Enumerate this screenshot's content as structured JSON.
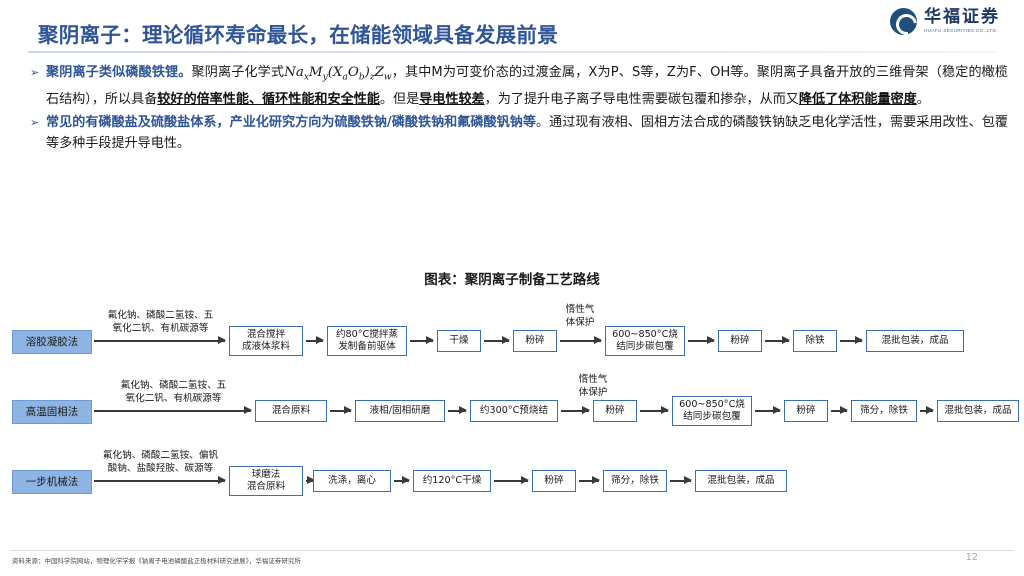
{
  "header": {
    "title": "聚阴离子：理论循环寿命最长，在储能领域具备发展前景",
    "logo_cn": "华福证券",
    "logo_en": "HUAFU SECURITIES CO.,LTD.",
    "title_color": "#2f5597"
  },
  "bullets": [
    {
      "marker": "➢",
      "segments": [
        {
          "text": "聚阴离子类似磷酸铁锂。",
          "style": "em"
        },
        {
          "text": "聚阴离子化学式",
          "style": "plain"
        },
        {
          "text": "NaxMy(XaOb)zZw",
          "style": "formula"
        },
        {
          "text": "，其中M为可变价态的过渡金属，X为P、S等，Z为F、OH等。聚阴离子具备开放的三维骨架（稳定的橄榄石结构），所以具备",
          "style": "plain"
        },
        {
          "text": "较好的倍率性能、循环性能和安全性能",
          "style": "ul-bold"
        },
        {
          "text": "。但是",
          "style": "plain"
        },
        {
          "text": "导电性较差",
          "style": "ul-bold"
        },
        {
          "text": "，为了提升电子离子导电性需要碳包覆和掺杂，从而又",
          "style": "plain"
        },
        {
          "text": "降低了体积能量密度",
          "style": "ul-bold"
        },
        {
          "text": "。",
          "style": "plain"
        }
      ]
    },
    {
      "marker": "➢",
      "segments": [
        {
          "text": "常见的有磷酸盐及硫酸盐体系，产业化研究方向为硫酸铁钠/磷酸铁钠和氟磷酸钒钠等",
          "style": "em"
        },
        {
          "text": "。通过现有液相、固相方法合成的磷酸铁钠缺乏电化学活性，需要采用改性、包覆等多种手段提升导电性。",
          "style": "plain"
        }
      ]
    }
  ],
  "figure": {
    "title": "图表：聚阴离子制备工艺路线",
    "rows": [
      {
        "method": "溶胶凝胶法",
        "edge_label_first": "氟化钠、磷酸二氢铵、五\n氧化二钒、有机碳源等",
        "nodes": [
          "混合搅拌\n成液体浆料",
          "约80°C搅拌蒸\n发制备前驱体",
          "干燥",
          "粉碎",
          "600~850°C烧\n结同步碳包覆",
          "粉碎",
          "除铁",
          "混批包装，成品"
        ],
        "inert_label": "惰性气\n体保护",
        "inert_before_node_index": 4
      },
      {
        "method": "高温固相法",
        "edge_label_first": "氟化钠、磷酸二氢铵、五\n氧化二钒、有机碳源等",
        "nodes": [
          "混合原料",
          "液相/固相研磨",
          "约300°C预烧结",
          "粉碎",
          "600~850°C烧\n结同步碳包覆",
          "粉碎",
          "筛分，除铁",
          "混批包装，成品"
        ],
        "inert_label": "惰性气\n体保护",
        "inert_before_node_index": 4
      },
      {
        "method": "一步机械法",
        "edge_label_first": "氟化钠、磷酸二氢铵、偏钒\n酸钠、盐酸羟胺、碳源等",
        "nodes": [
          "球磨法\n混合原料",
          "洗涤，离心",
          "约120°C干燥",
          "粉碎",
          "筛分，除铁",
          "混批包装，成品"
        ],
        "inert_label": "",
        "inert_before_node_index": -1
      }
    ],
    "method_chip_color": "#8eb4e3",
    "node_border_color": "#3b6fb0"
  },
  "footer": {
    "source": "资料来源：中国科学院网站，物理化学学报《钠离子电池磷酸盐正极材料研究进展》，华福证券研究所",
    "page_number": "12"
  }
}
